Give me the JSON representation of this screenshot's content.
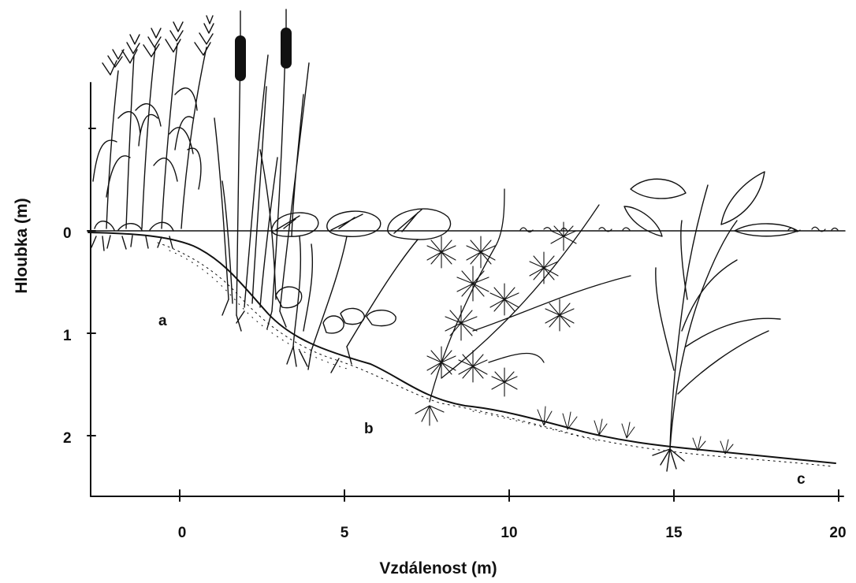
{
  "axes": {
    "y_label": "Hloubka (m)",
    "x_label": "Vzdálenost (m)",
    "y_ticks": [
      "0",
      "1",
      "2"
    ],
    "x_ticks": [
      "0",
      "5",
      "10",
      "15",
      "20"
    ]
  },
  "zones": [
    "a",
    "b",
    "c"
  ],
  "colors": {
    "ink": "#111111",
    "background": "#ffffff"
  }
}
